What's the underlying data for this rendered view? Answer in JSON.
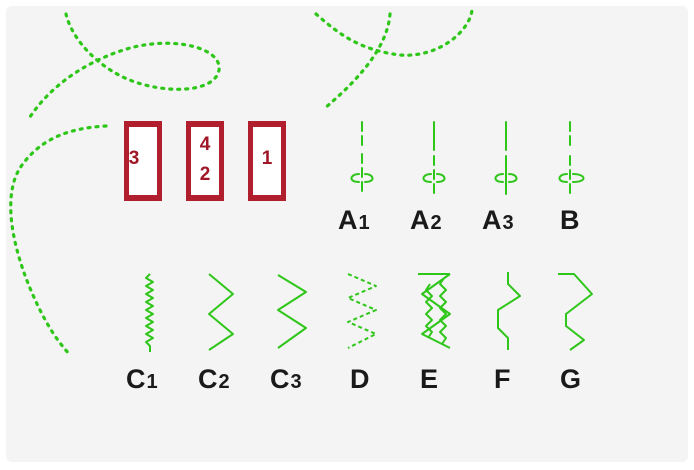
{
  "colors": {
    "stitch_green": "#2fc61a",
    "button_red": "#b11f2e",
    "label_text": "#1a1a1a"
  },
  "selector_buttons": [
    {
      "name": "button-3",
      "label": "3"
    },
    {
      "name": "button-4-2",
      "label_top": "4",
      "label_bottom": "2"
    },
    {
      "name": "button-1",
      "label": "1"
    }
  ],
  "stitches": [
    {
      "id": "A1",
      "letter": "A",
      "sub": "1",
      "icon": "buttonhole-stitch-icon"
    },
    {
      "id": "A2",
      "letter": "A",
      "sub": "2",
      "icon": "buttonhole-stitch-icon"
    },
    {
      "id": "A3",
      "letter": "A",
      "sub": "3",
      "icon": "buttonhole-stitch-icon"
    },
    {
      "id": "B",
      "letter": "B",
      "sub": "",
      "icon": "buttonhole-stitch-icon"
    },
    {
      "id": "C1",
      "letter": "C",
      "sub": "1",
      "icon": "narrow-zigzag-icon"
    },
    {
      "id": "C2",
      "letter": "C",
      "sub": "2",
      "icon": "zigzag-icon"
    },
    {
      "id": "C3",
      "letter": "C",
      "sub": "3",
      "icon": "zigzag-icon"
    },
    {
      "id": "D",
      "letter": "D",
      "sub": "",
      "icon": "dashed-zigzag-icon"
    },
    {
      "id": "E",
      "letter": "E",
      "sub": "",
      "icon": "stretch-zigzag-icon"
    },
    {
      "id": "F",
      "letter": "F",
      "sub": "",
      "icon": "blind-hem-icon"
    },
    {
      "id": "G",
      "letter": "G",
      "sub": "",
      "icon": "blind-hem-icon"
    }
  ]
}
